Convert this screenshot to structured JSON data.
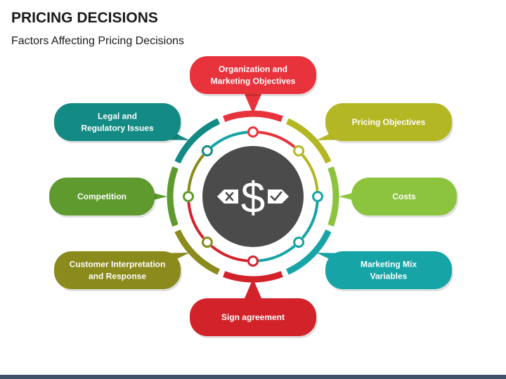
{
  "title": "PRICING DECISIONS",
  "subtitle": "Factors Affecting Pricing Decisions",
  "center": {
    "icon": "dollar-icon",
    "left_icon": "cross-icon",
    "right_icon": "check-icon"
  },
  "factors": [
    {
      "id": "organization",
      "lines": [
        "Organization and",
        "Marketing Objectives"
      ],
      "color": "#e8333c"
    },
    {
      "id": "pricing-objectives",
      "lines": [
        "Pricing Objectives"
      ],
      "color": "#b4b724"
    },
    {
      "id": "costs",
      "lines": [
        "Costs"
      ],
      "color": "#8cc43e"
    },
    {
      "id": "marketing-mix",
      "lines": [
        "Marketing Mix",
        "Variables"
      ],
      "color": "#17a4a6"
    },
    {
      "id": "sign-agreement",
      "lines": [
        "Sign agreement"
      ],
      "color": "#d2232b"
    },
    {
      "id": "customer",
      "lines": [
        "Customer Interpretation",
        "and Response"
      ],
      "color": "#8a8a1d"
    },
    {
      "id": "competition",
      "lines": [
        "Competition"
      ],
      "color": "#5e9a2e"
    },
    {
      "id": "legal",
      "lines": [
        "Legal and",
        "Regulatory Issues"
      ],
      "color": "#138a83"
    }
  ]
}
